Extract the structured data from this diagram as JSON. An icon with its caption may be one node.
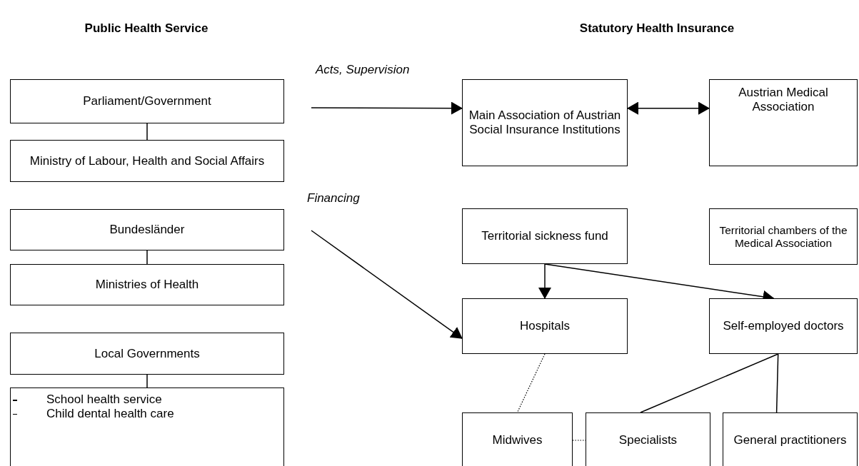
{
  "diagram": {
    "nodes": [
      {
        "text": [
          "Parliament/Government"
        ]
      },
      {
        "text": [
          "Ministry of Labour, Health and Social Affairs"
        ]
      },
      {
        "text": [
          "Bundesländer"
        ]
      },
      {
        "text": [
          "Ministries of Health"
        ]
      },
      {
        "text": [
          "Local Governments"
        ]
      },
      {
        "text": [
          "School health service",
          "Child dental health care"
        ]
      },
      {
        "text": [
          "Main Association of Austrian Social Insurance Institutions"
        ]
      },
      {
        "text": [
          "Austrian Medical Association"
        ]
      },
      {
        "text": [
          "Territorial sickness fund"
        ]
      },
      {
        "text": [
          "Territorial chambers of the Medical Association"
        ]
      },
      {
        "text": [
          "Hospitals"
        ]
      },
      {
        "text": [
          "Self-employed doctors"
        ]
      },
      {
        "text": [
          "Midwives"
        ]
      },
      {
        "text": [
          "Specialists"
        ]
      },
      {
        "text": [
          "General practitioners"
        ]
      }
    ],
    "edges": [
      {
        "from": 0,
        "to": 1,
        "arrow": "none"
      },
      {
        "from": 2,
        "to": 3,
        "arrow": "none"
      },
      {
        "from": 4,
        "to": 5,
        "arrow": "none"
      },
      {
        "from": null,
        "to": 6,
        "arrow": "to",
        "label": "Acts, Supervision"
      },
      {
        "from": 6,
        "to": 7,
        "arrow": "both"
      },
      {
        "from": null,
        "to": 10,
        "arrow": "to",
        "label": "Financing"
      },
      {
        "from": 8,
        "to": 10,
        "arrow": "to"
      },
      {
        "from": 8,
        "to": 11,
        "arrow": "to"
      },
      {
        "from": 10,
        "to": 12,
        "arrow": "none",
        "style": "dashed"
      },
      {
        "from": 12,
        "to": 13,
        "arrow": "none",
        "style": "dashed"
      },
      {
        "from": 11,
        "to": 13,
        "arrow": "none"
      },
      {
        "from": 11,
        "to": 14,
        "arrow": "none"
      }
    ],
    "labels": [
      "Public Health Service",
      "Statutory Health Insurance"
    ]
  }
}
